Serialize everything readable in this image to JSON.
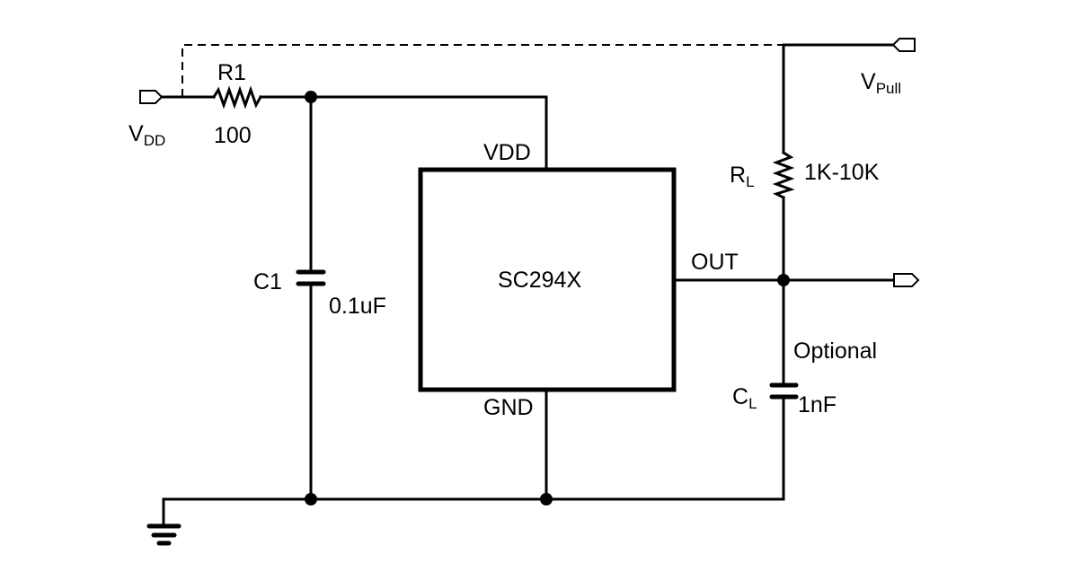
{
  "ic": {
    "name": "SC294X",
    "pin_vdd": "VDD",
    "pin_gnd": "GND",
    "pin_out": "OUT"
  },
  "supply": {
    "label": "V",
    "subscript": "DD"
  },
  "pullup": {
    "label": "V",
    "subscript": "Pull"
  },
  "r1": {
    "name": "R1",
    "value": "100"
  },
  "c1": {
    "name": "C1",
    "value": "0.1uF"
  },
  "rl": {
    "name": "R",
    "subscript": "L",
    "value": "1K-10K"
  },
  "cl": {
    "name": "C",
    "subscript": "L",
    "value": "1nF",
    "note": "Optional"
  }
}
